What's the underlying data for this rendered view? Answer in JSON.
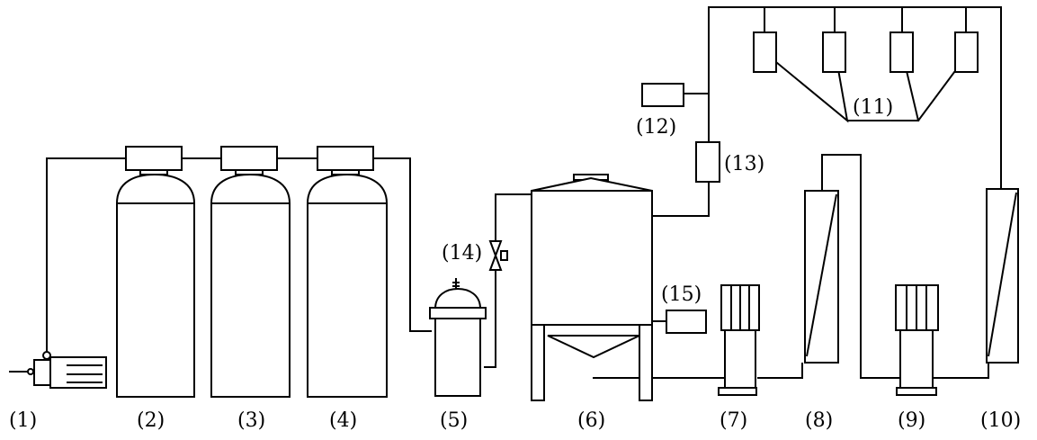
{
  "labels": {
    "l1": "(1)",
    "l2": "(2)",
    "l3": "(3)",
    "l4": "(4)",
    "l5": "(5)",
    "l6": "(6)",
    "l7": "(7)",
    "l8": "(8)",
    "l9": "(9)",
    "l10": "(10)",
    "l11": "(11)",
    "l12": "(12)",
    "l13": "(13)",
    "l14": "(14)",
    "l15": "(15)"
  }
}
